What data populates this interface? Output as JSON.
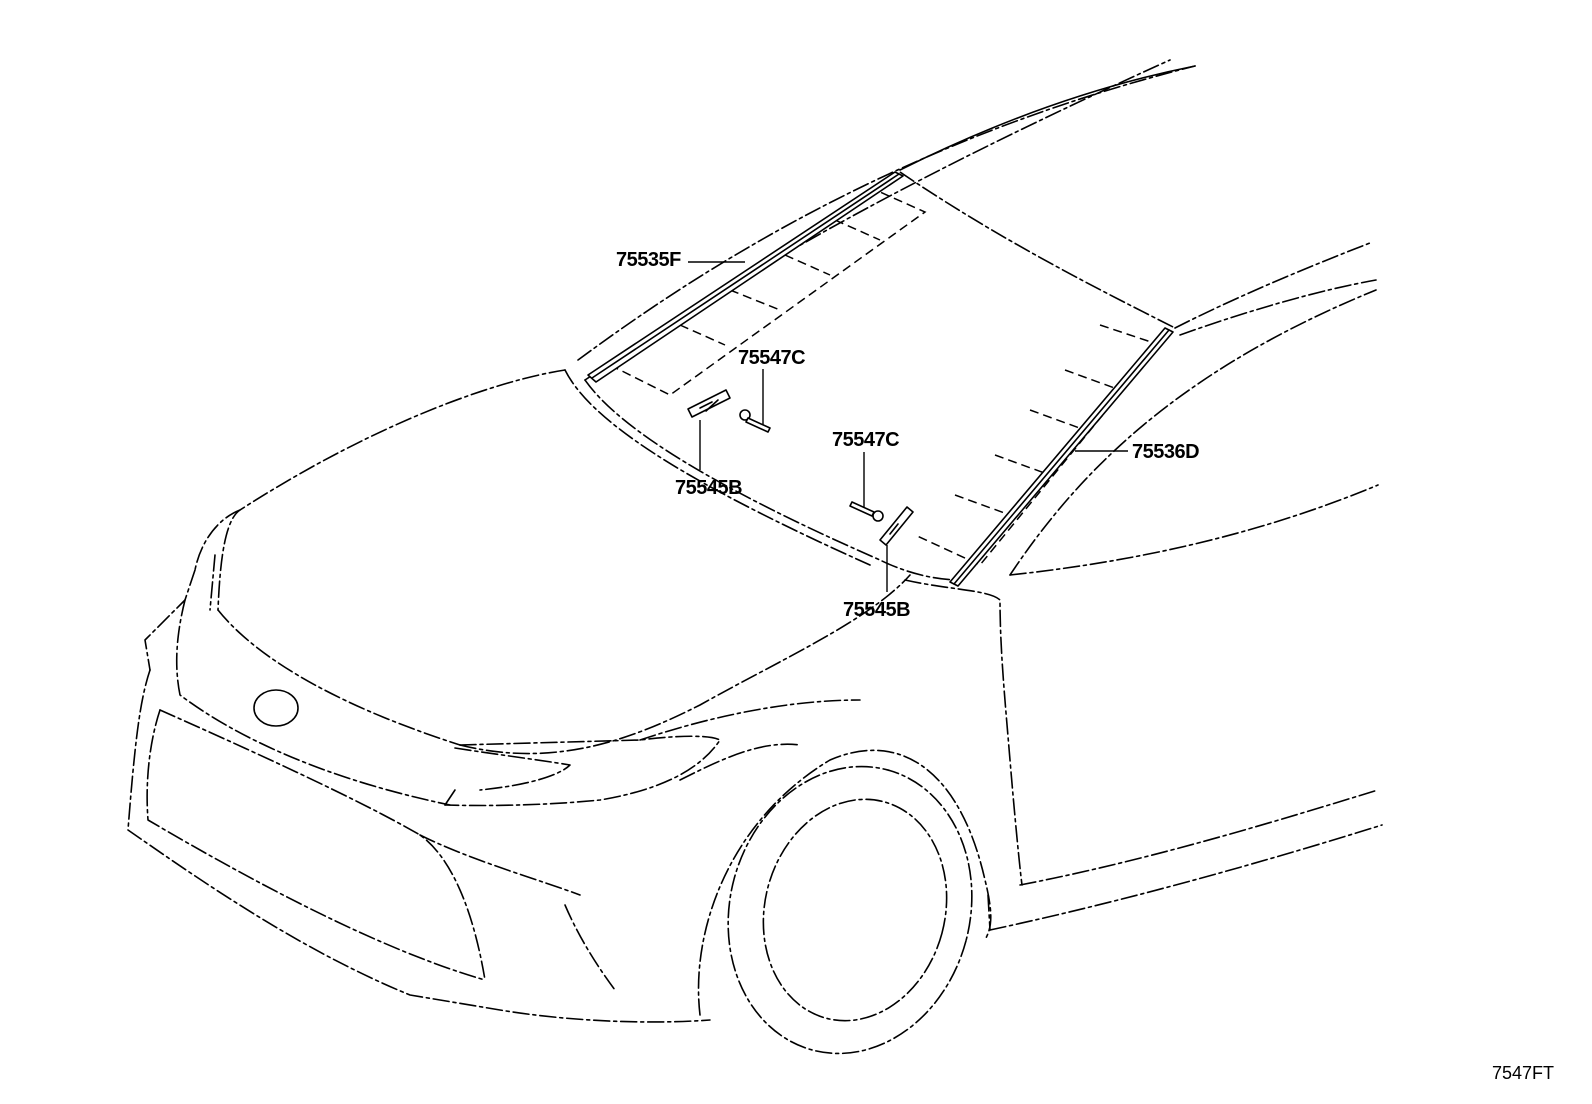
{
  "diagram": {
    "figure_code": "7547FT",
    "callouts": {
      "moulding_left": "75535F",
      "moulding_right": "75536D",
      "clip_upper": "75547C",
      "clip_lower": "75547C",
      "retainer_upper": "75545B",
      "retainer_lower": "75545B"
    }
  }
}
